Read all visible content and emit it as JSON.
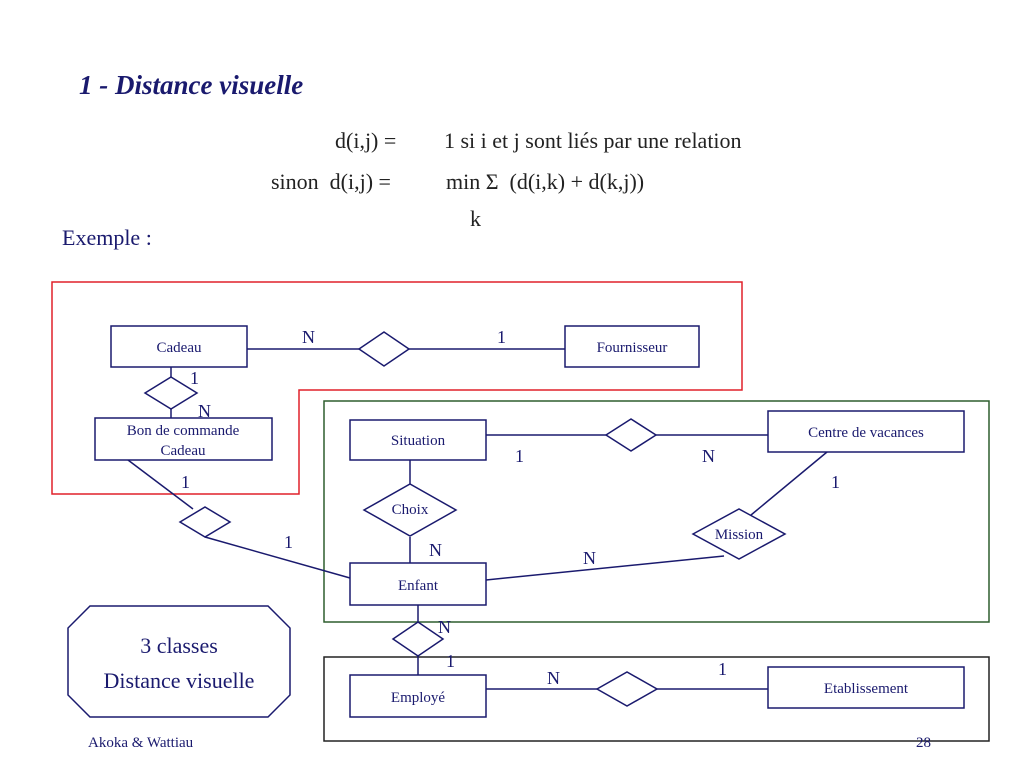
{
  "slide": {
    "title": "1 - Distance visuelle",
    "formula": {
      "line1_left": "d(i,j) =",
      "line1_right": "1 si i et j sont liés par une relation",
      "line2_left": "sinon  d(i,j) =",
      "line2_right": "min Σ  (d(i,k) + d(k,j))",
      "line3": "k"
    },
    "example_label": "Exemple :",
    "footer_left": "Akoka & Wattiau",
    "page_number": "28"
  },
  "diagram": {
    "groups": [
      {
        "id": "red-group",
        "color": "#e0202a"
      },
      {
        "id": "green-group",
        "color": "#2e5e2e"
      },
      {
        "id": "black-group",
        "color": "#222222"
      }
    ],
    "entities": {
      "cadeau": {
        "label": "Cadeau"
      },
      "fournisseur": {
        "label": "Fournisseur"
      },
      "bon_de_commande": {
        "label_line1": "Bon de commande",
        "label_line2": "Cadeau"
      },
      "situation": {
        "label": "Situation"
      },
      "centre_de_vacances": {
        "label": "Centre de vacances"
      },
      "enfant": {
        "label": "Enfant"
      },
      "employe": {
        "label": "Employé"
      },
      "etablissement": {
        "label": "Etablissement"
      }
    },
    "relationships": {
      "choix": {
        "label": "Choix"
      },
      "mission": {
        "label": "Mission"
      }
    },
    "cardinalities": {
      "cadeau_fournisseur_left": "N",
      "cadeau_fournisseur_right": "1",
      "cadeau_bon_top": "1",
      "cadeau_bon_bottom": "N",
      "bon_enfant_top": "1",
      "bon_enfant_bottom": "1",
      "situation_centre_left": "1",
      "situation_centre_right": "N",
      "centre_mission": "1",
      "choix_enfant": "N",
      "enfant_mission": "N",
      "enfant_employe_top": "N",
      "enfant_employe_bottom": "1",
      "employe_etab_left": "N",
      "employe_etab_right": "1"
    },
    "callout": {
      "line1": "3 classes",
      "line2": "Distance visuelle"
    }
  }
}
